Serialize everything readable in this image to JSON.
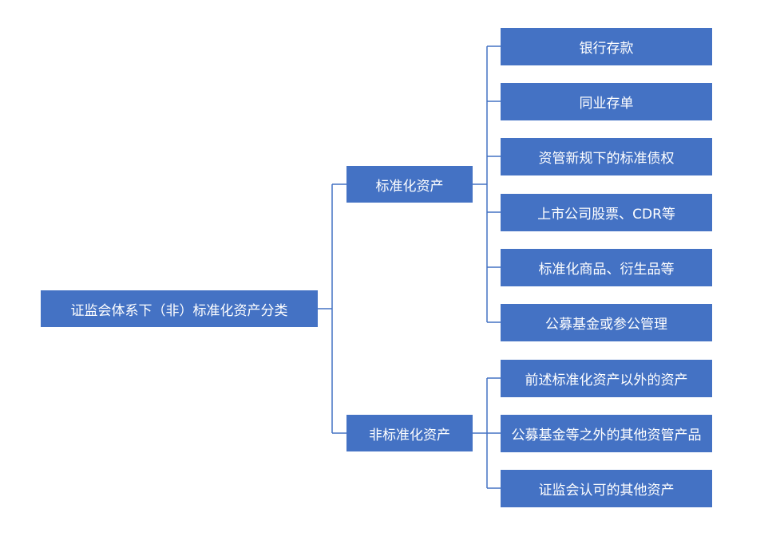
{
  "colors": {
    "box": "#4472C4",
    "line": "#4472C4"
  },
  "root": {
    "label": "证监会体系下（非）标准化资产分类"
  },
  "branches": [
    {
      "label": "标准化资产",
      "children": [
        "银行存款",
        "同业存单",
        "资管新规下的标准债权",
        "上市公司股票、CDR等",
        "标准化商品、衍生品等",
        "公募基金或参公管理"
      ]
    },
    {
      "label": "非标准化资产",
      "children": [
        "前述标准化资产以外的资产",
        "公募基金等之外的其他资管产品",
        "证监会认可的其他资产"
      ]
    }
  ]
}
